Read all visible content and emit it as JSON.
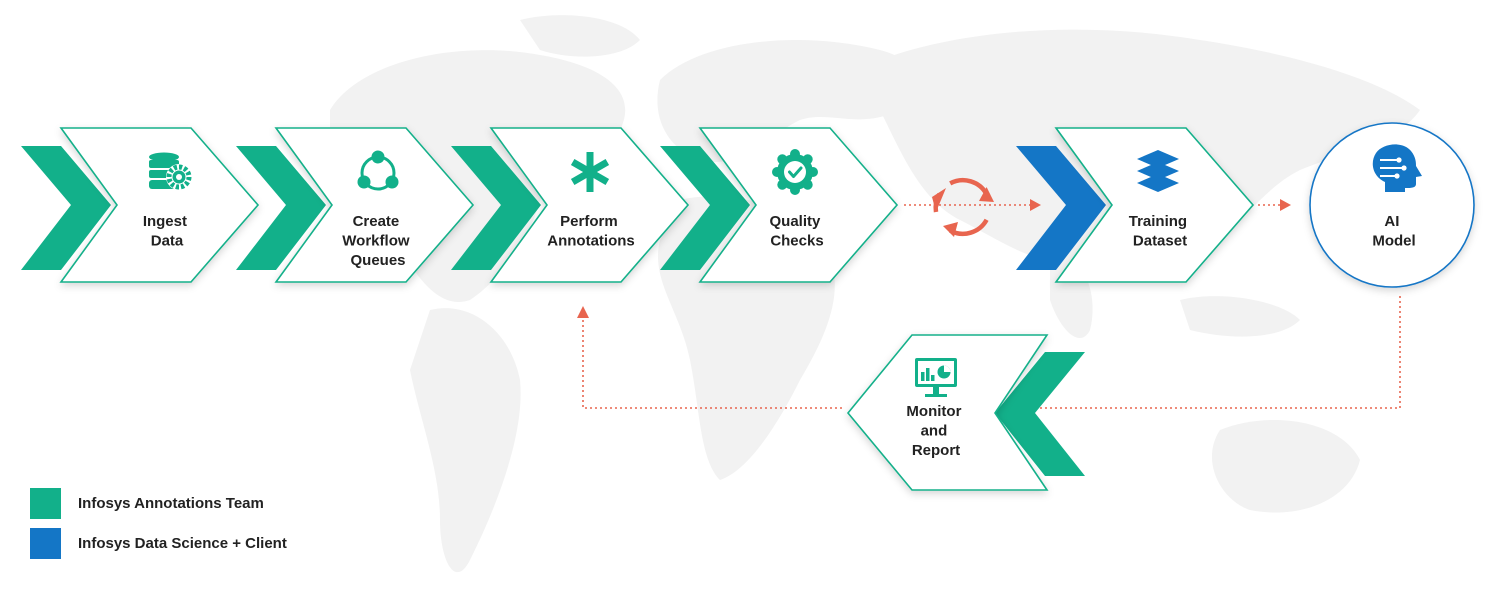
{
  "colors": {
    "green": "#12b08a",
    "blue": "#1476c6",
    "orange": "#e8654f",
    "text": "#222222",
    "map": "#f2f2f2"
  },
  "steps": [
    {
      "id": "ingest",
      "lines": [
        "Ingest",
        "Data"
      ],
      "icon": "database-gear-icon"
    },
    {
      "id": "workflow",
      "lines": [
        "Create",
        "Workflow",
        "Queues"
      ],
      "icon": "workflow-cycle-icon"
    },
    {
      "id": "annotate",
      "lines": [
        "Perform",
        "Annotations"
      ],
      "icon": "asterisk-icon"
    },
    {
      "id": "quality",
      "lines": [
        "Quality",
        "Checks"
      ],
      "icon": "check-badge-icon"
    },
    {
      "id": "training",
      "lines": [
        "Training",
        "Dataset"
      ],
      "icon": "layers-stack-icon"
    }
  ],
  "loop_icon": "refresh-cycle-icon",
  "model": {
    "lines": [
      "AI",
      "Model"
    ],
    "icon": "ai-head-icon"
  },
  "monitor": {
    "lines": [
      "Monitor",
      "and",
      "Report"
    ],
    "icon": "monitor-chart-icon"
  },
  "legend": [
    {
      "label": "Infosys Annotations Team",
      "color": "#12b08a"
    },
    {
      "label": "Infosys Data Science + Client",
      "color": "#1476c6"
    }
  ]
}
